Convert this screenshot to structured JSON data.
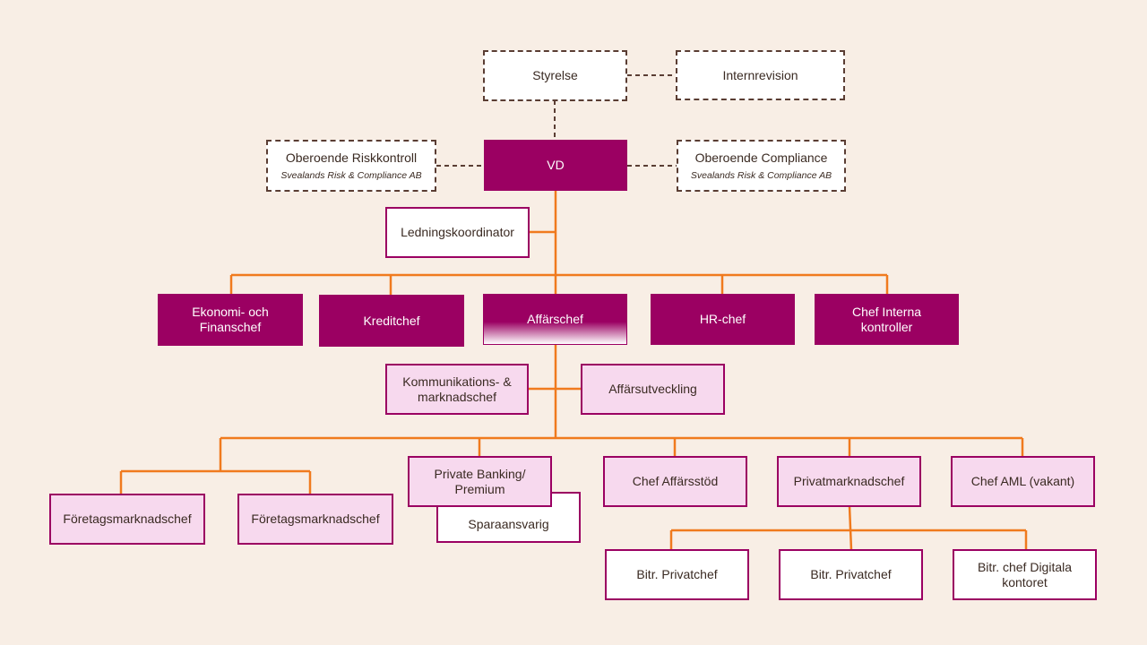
{
  "org": {
    "styrelse": "Styrelse",
    "internrevision": "Internrevision",
    "vd": "VD",
    "riskkontroll": {
      "title": "Oberoende Riskkontroll",
      "sub": "Svealands Risk & Compliance AB"
    },
    "compliance": {
      "title": "Oberoende Compliance",
      "sub": "Svealands Risk & Compliance AB"
    },
    "ledningskoordinator": "Ledningskoordinator",
    "ekonomi": "Ekonomi- och Finanschef",
    "kreditchef": "Kreditchef",
    "affarschef": "Affärschef",
    "hrchef": "HR-chef",
    "interna": "Chef Interna kontroller",
    "kommunikation": "Kommunikations- & marknadschef",
    "affarsutveckling": "Affärsutveckling",
    "foretag1": "Företagsmarknadschef",
    "foretag2": "Företagsmarknadschef",
    "private_banking": "Private Banking/ Premium",
    "sparaansvarig": "Sparaansvarig",
    "affarsstod": "Chef Affärsstöd",
    "privatmarknad": "Privatmarknadschef",
    "aml": "Chef AML (vakant)",
    "bitr1": "Bitr. Privatchef",
    "bitr2": "Bitr. Privatchef",
    "bitr_digital": "Bitr. chef Digitala kontoret"
  },
  "colors": {
    "primary": "#9b0062",
    "light": "#f7d9ee",
    "connector": "#f07a1e",
    "dashed": "#5a3d33",
    "background": "#f8eee5"
  }
}
